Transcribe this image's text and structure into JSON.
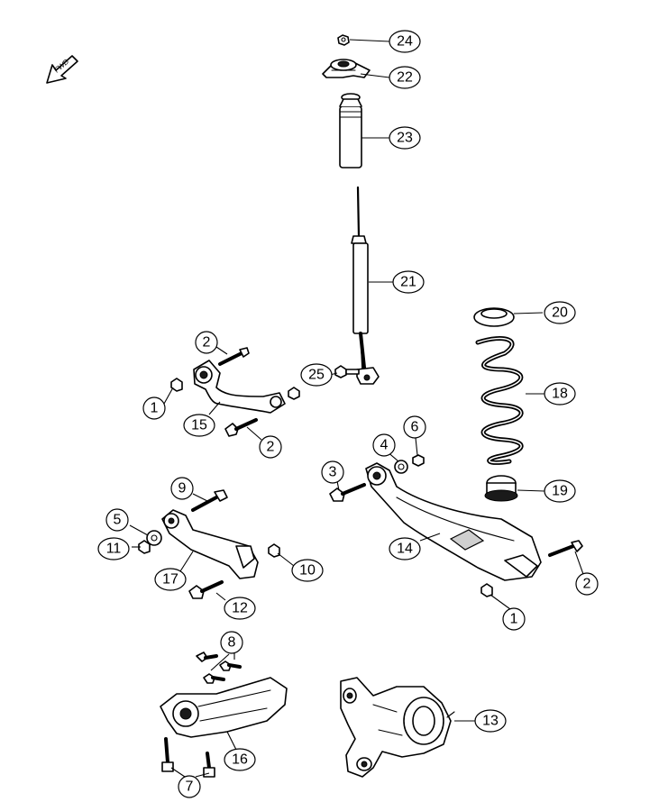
{
  "fwd_arrow": {
    "label": "FWD",
    "icon": "forward-direction-arrow-icon"
  },
  "callouts": [
    {
      "id": "c24",
      "number": "24"
    },
    {
      "id": "c22",
      "number": "22"
    },
    {
      "id": "c23",
      "number": "23"
    },
    {
      "id": "c21",
      "number": "21"
    },
    {
      "id": "c20",
      "number": "20"
    },
    {
      "id": "c18",
      "number": "18"
    },
    {
      "id": "c25",
      "number": "25"
    },
    {
      "id": "c2a",
      "number": "2"
    },
    {
      "id": "c1a",
      "number": "1"
    },
    {
      "id": "c15",
      "number": "15"
    },
    {
      "id": "c2b",
      "number": "2"
    },
    {
      "id": "c6",
      "number": "6"
    },
    {
      "id": "c4",
      "number": "4"
    },
    {
      "id": "c3",
      "number": "3"
    },
    {
      "id": "c19",
      "number": "19"
    },
    {
      "id": "c9",
      "number": "9"
    },
    {
      "id": "c5",
      "number": "5"
    },
    {
      "id": "c11",
      "number": "11"
    },
    {
      "id": "c10",
      "number": "10"
    },
    {
      "id": "c17",
      "number": "17"
    },
    {
      "id": "c14",
      "number": "14"
    },
    {
      "id": "c2c",
      "number": "2"
    },
    {
      "id": "c12",
      "number": "12"
    },
    {
      "id": "c1b",
      "number": "1"
    },
    {
      "id": "c8",
      "number": "8"
    },
    {
      "id": "c13",
      "number": "13"
    },
    {
      "id": "c16",
      "number": "16"
    },
    {
      "id": "c7",
      "number": "7"
    }
  ]
}
